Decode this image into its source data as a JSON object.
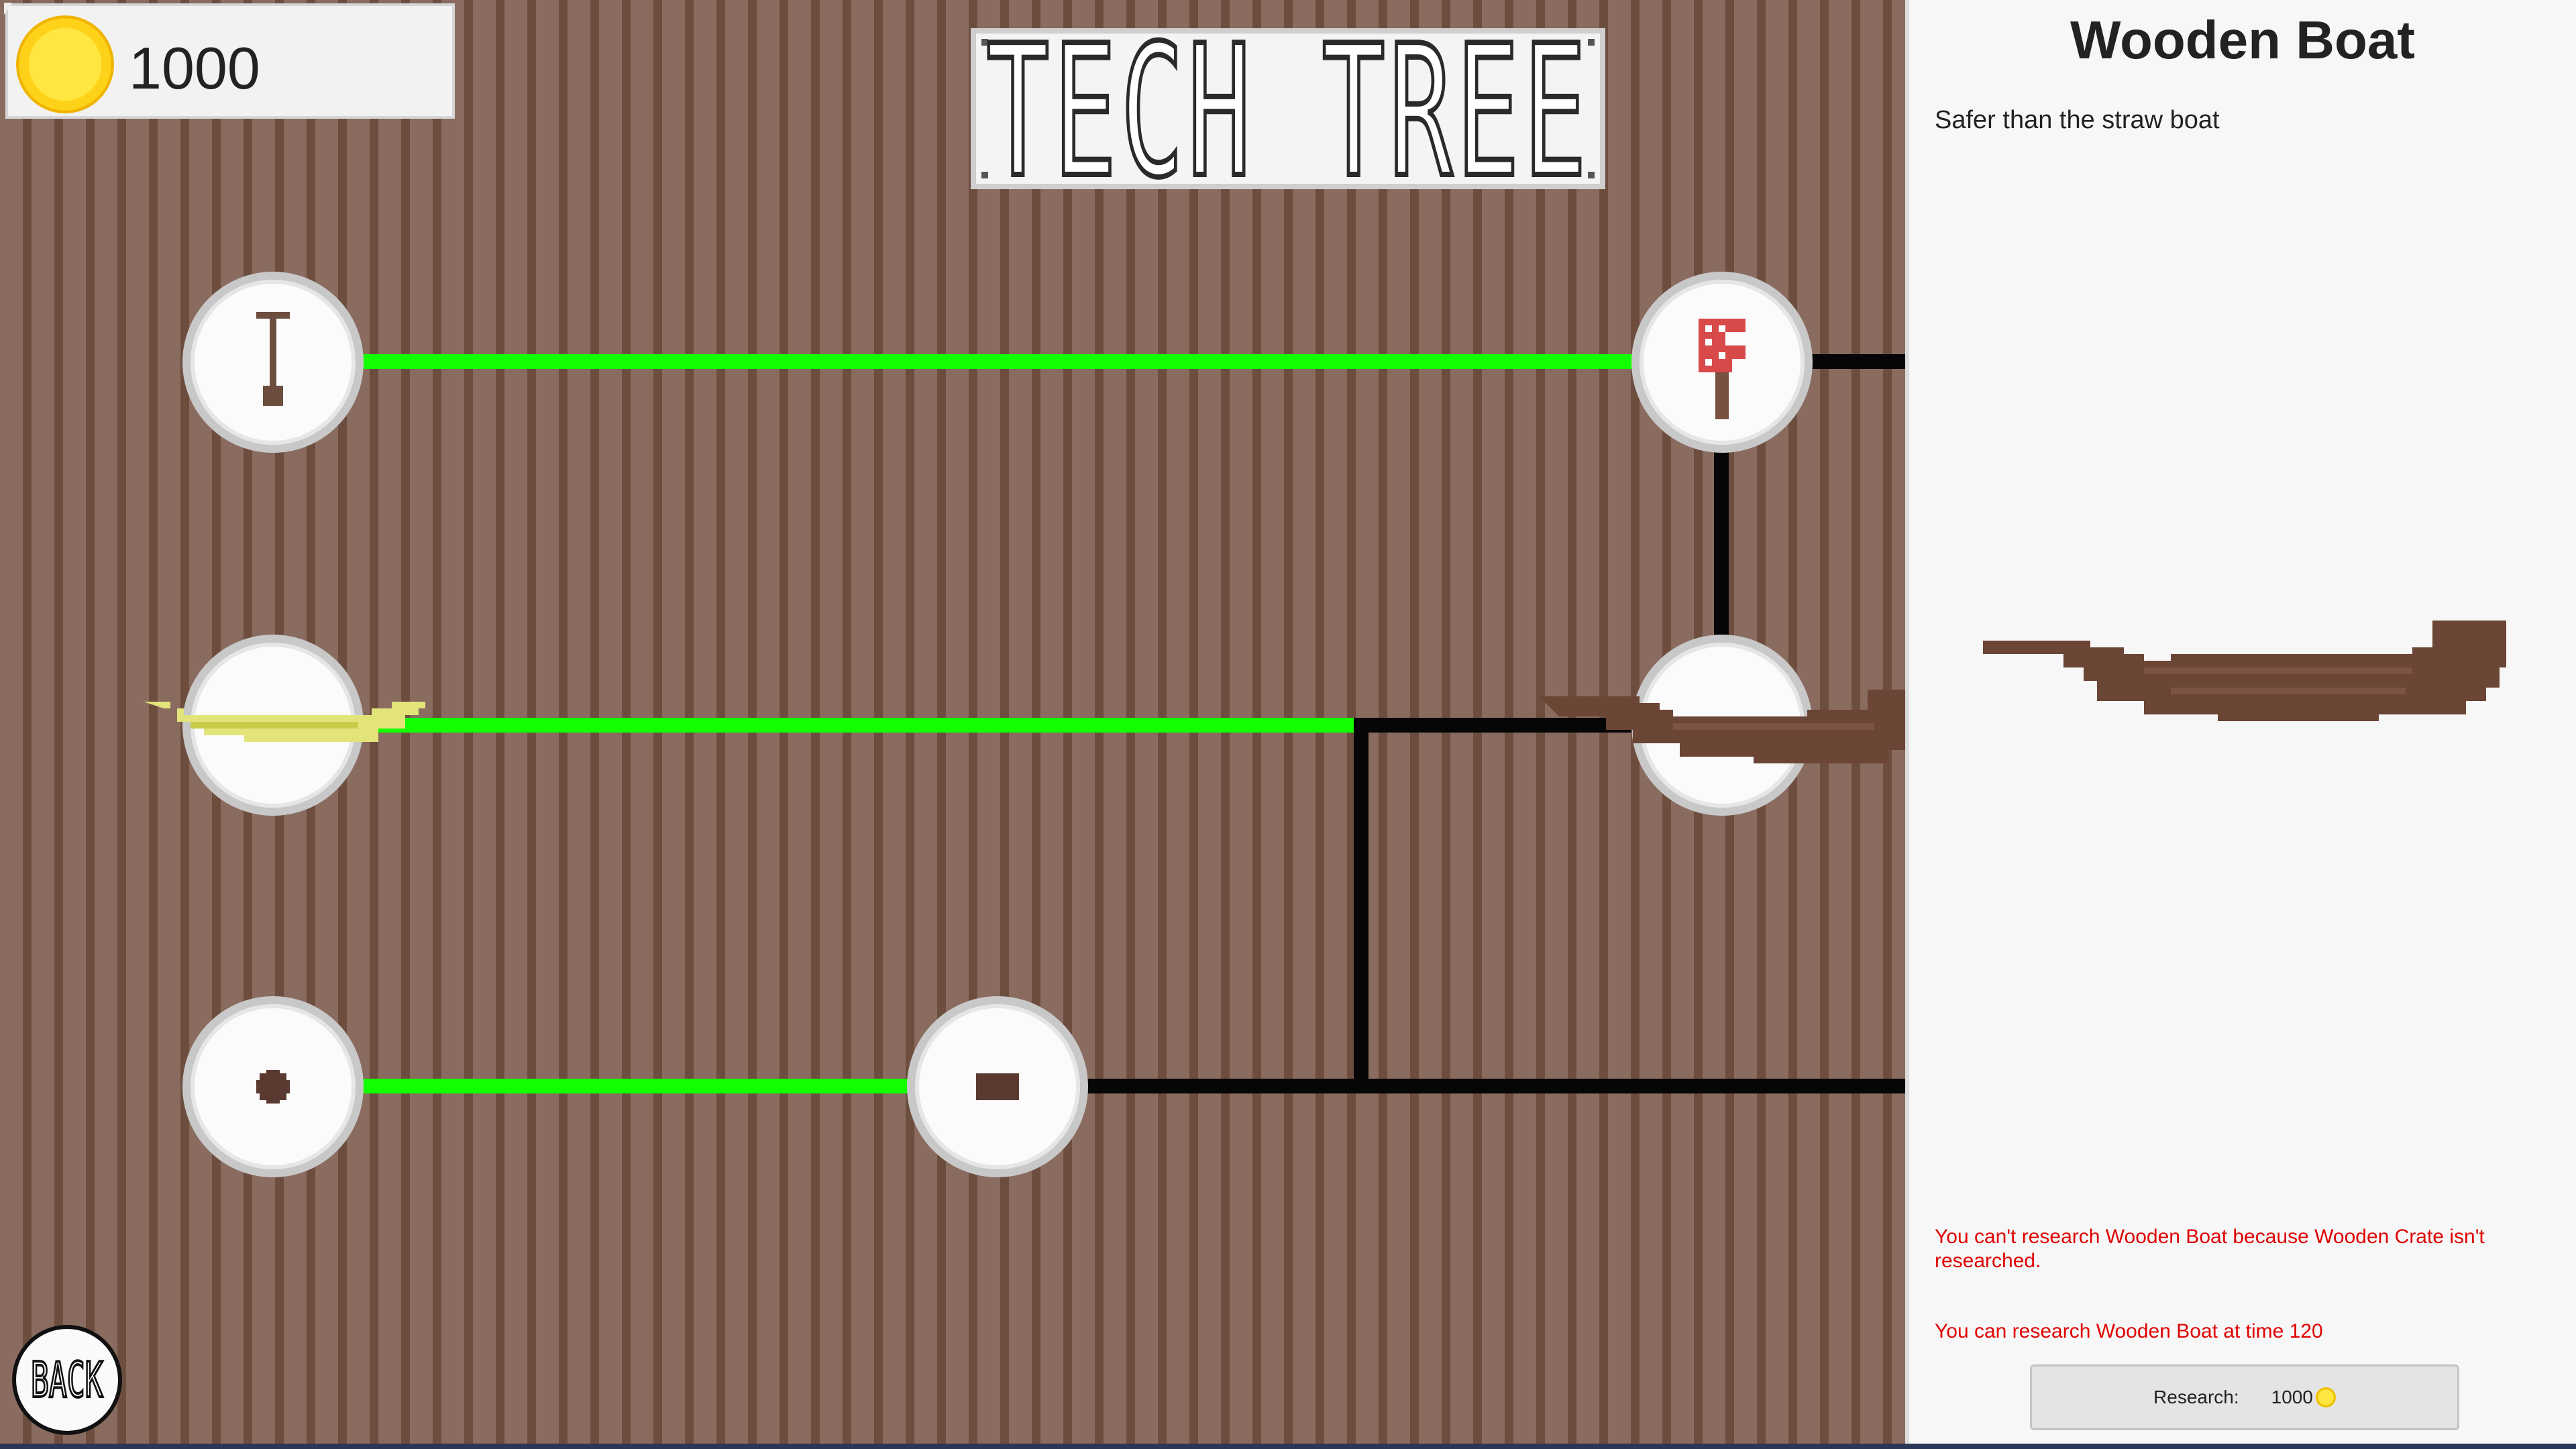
{
  "currency": {
    "amount": "1000",
    "icon": "sun-coin-icon"
  },
  "title": "TECH TREE",
  "back_button": {
    "label": "BACK"
  },
  "nodes": [
    {
      "id": "paddle",
      "icon": "paddle-icon",
      "researched": true
    },
    {
      "id": "net",
      "icon": "net-icon",
      "researched": true
    },
    {
      "id": "straw-boat",
      "icon": "straw-boat-icon",
      "researched": true
    },
    {
      "id": "wooden-boat",
      "icon": "wooden-boat-icon",
      "researched": false,
      "selected": true
    },
    {
      "id": "round-item",
      "icon": "round-item-icon",
      "researched": true
    },
    {
      "id": "wooden-crate",
      "icon": "crate-icon",
      "researched": false
    }
  ],
  "colors": {
    "researched_link": "#12ff00",
    "locked_link": "#060606",
    "warning": "#e00000"
  },
  "panel": {
    "title": "Wooden Boat",
    "description": "Safer than the straw boat",
    "preview_icon": "wooden-boat-icon",
    "warning": "You can't research Wooden Boat because Wooden Crate isn't researched.",
    "time_note": "You can research Wooden Boat at time 120",
    "research_label": "Research:",
    "research_cost": "1000"
  }
}
